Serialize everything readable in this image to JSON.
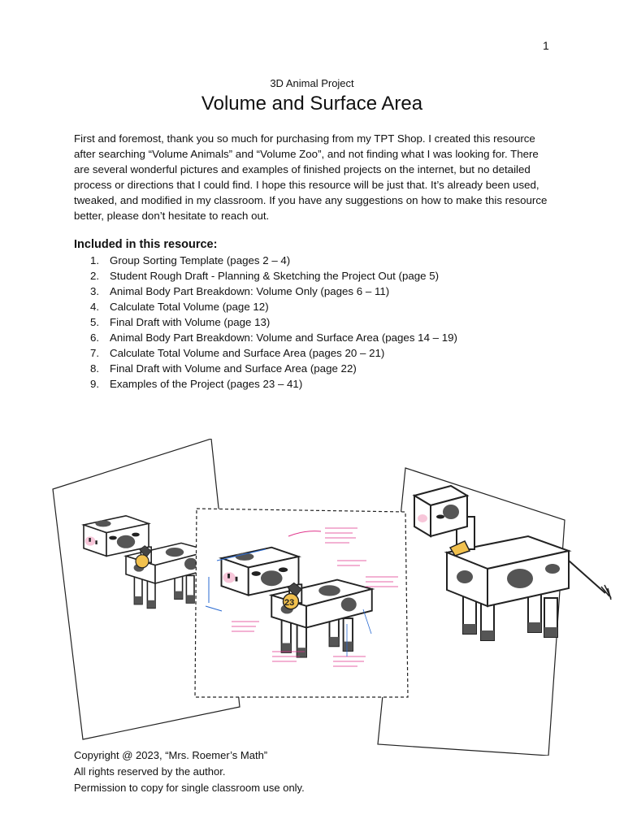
{
  "page": {
    "number": "1"
  },
  "header": {
    "subtitle": "3D Animal Project",
    "title": "Volume and Surface Area"
  },
  "intro": "First and foremost, thank you so much for purchasing from my TPT Shop. I created this resource after searching “Volume Animals” and “Volume Zoo”, and not finding what I was looking for. There are several wonderful pictures and examples of finished projects on the internet, but no detailed process or directions that I could find.  I hope this resource will be just that. It’s already been used, tweaked, and modified in my classroom. If you have any suggestions on how to make this resource better, please don’t hesitate to reach out.",
  "included": {
    "heading": "Included in this resource:",
    "items": [
      {
        "num": "1.",
        "text": "Group Sorting Template (pages 2 – 4)"
      },
      {
        "num": "2.",
        "text": "Student Rough Draft - Planning & Sketching the Project Out (page 5)"
      },
      {
        "num": "3.",
        "text": "Animal Body Part Breakdown: Volume Only (pages 6 – 11)"
      },
      {
        "num": "4.",
        "text": "Calculate Total Volume (page 12)"
      },
      {
        "num": "5.",
        "text": "Final Draft with Volume (page 13)"
      },
      {
        "num": "6.",
        "text": "Animal Body Part Breakdown: Volume and Surface Area (pages 14 – 19)"
      },
      {
        "num": "7.",
        "text": "Calculate Total Volume and Surface Area (pages 20 – 21)"
      },
      {
        "num": "8.",
        "text": "Final Draft with Volume and Surface Area (page 22)"
      },
      {
        "num": "9.",
        "text": "Examples of the Project (pages 23 – 41)"
      }
    ]
  },
  "figure": {
    "ear_tag": "23",
    "icons": [
      "cow-illustration-icon",
      "ear-tag-icon"
    ],
    "colors": {
      "spots": "#555555",
      "tag": "#f2c14e",
      "blush": "#f7c6d9",
      "annotation": "#e0338a",
      "dimension": "#2a6ad1"
    }
  },
  "copyright": {
    "line1": "Copyright @ 2023, “Mrs. Roemer’s Math”",
    "line2": "All rights reserved by the author.",
    "line3": "Permission to copy for single classroom use only."
  }
}
